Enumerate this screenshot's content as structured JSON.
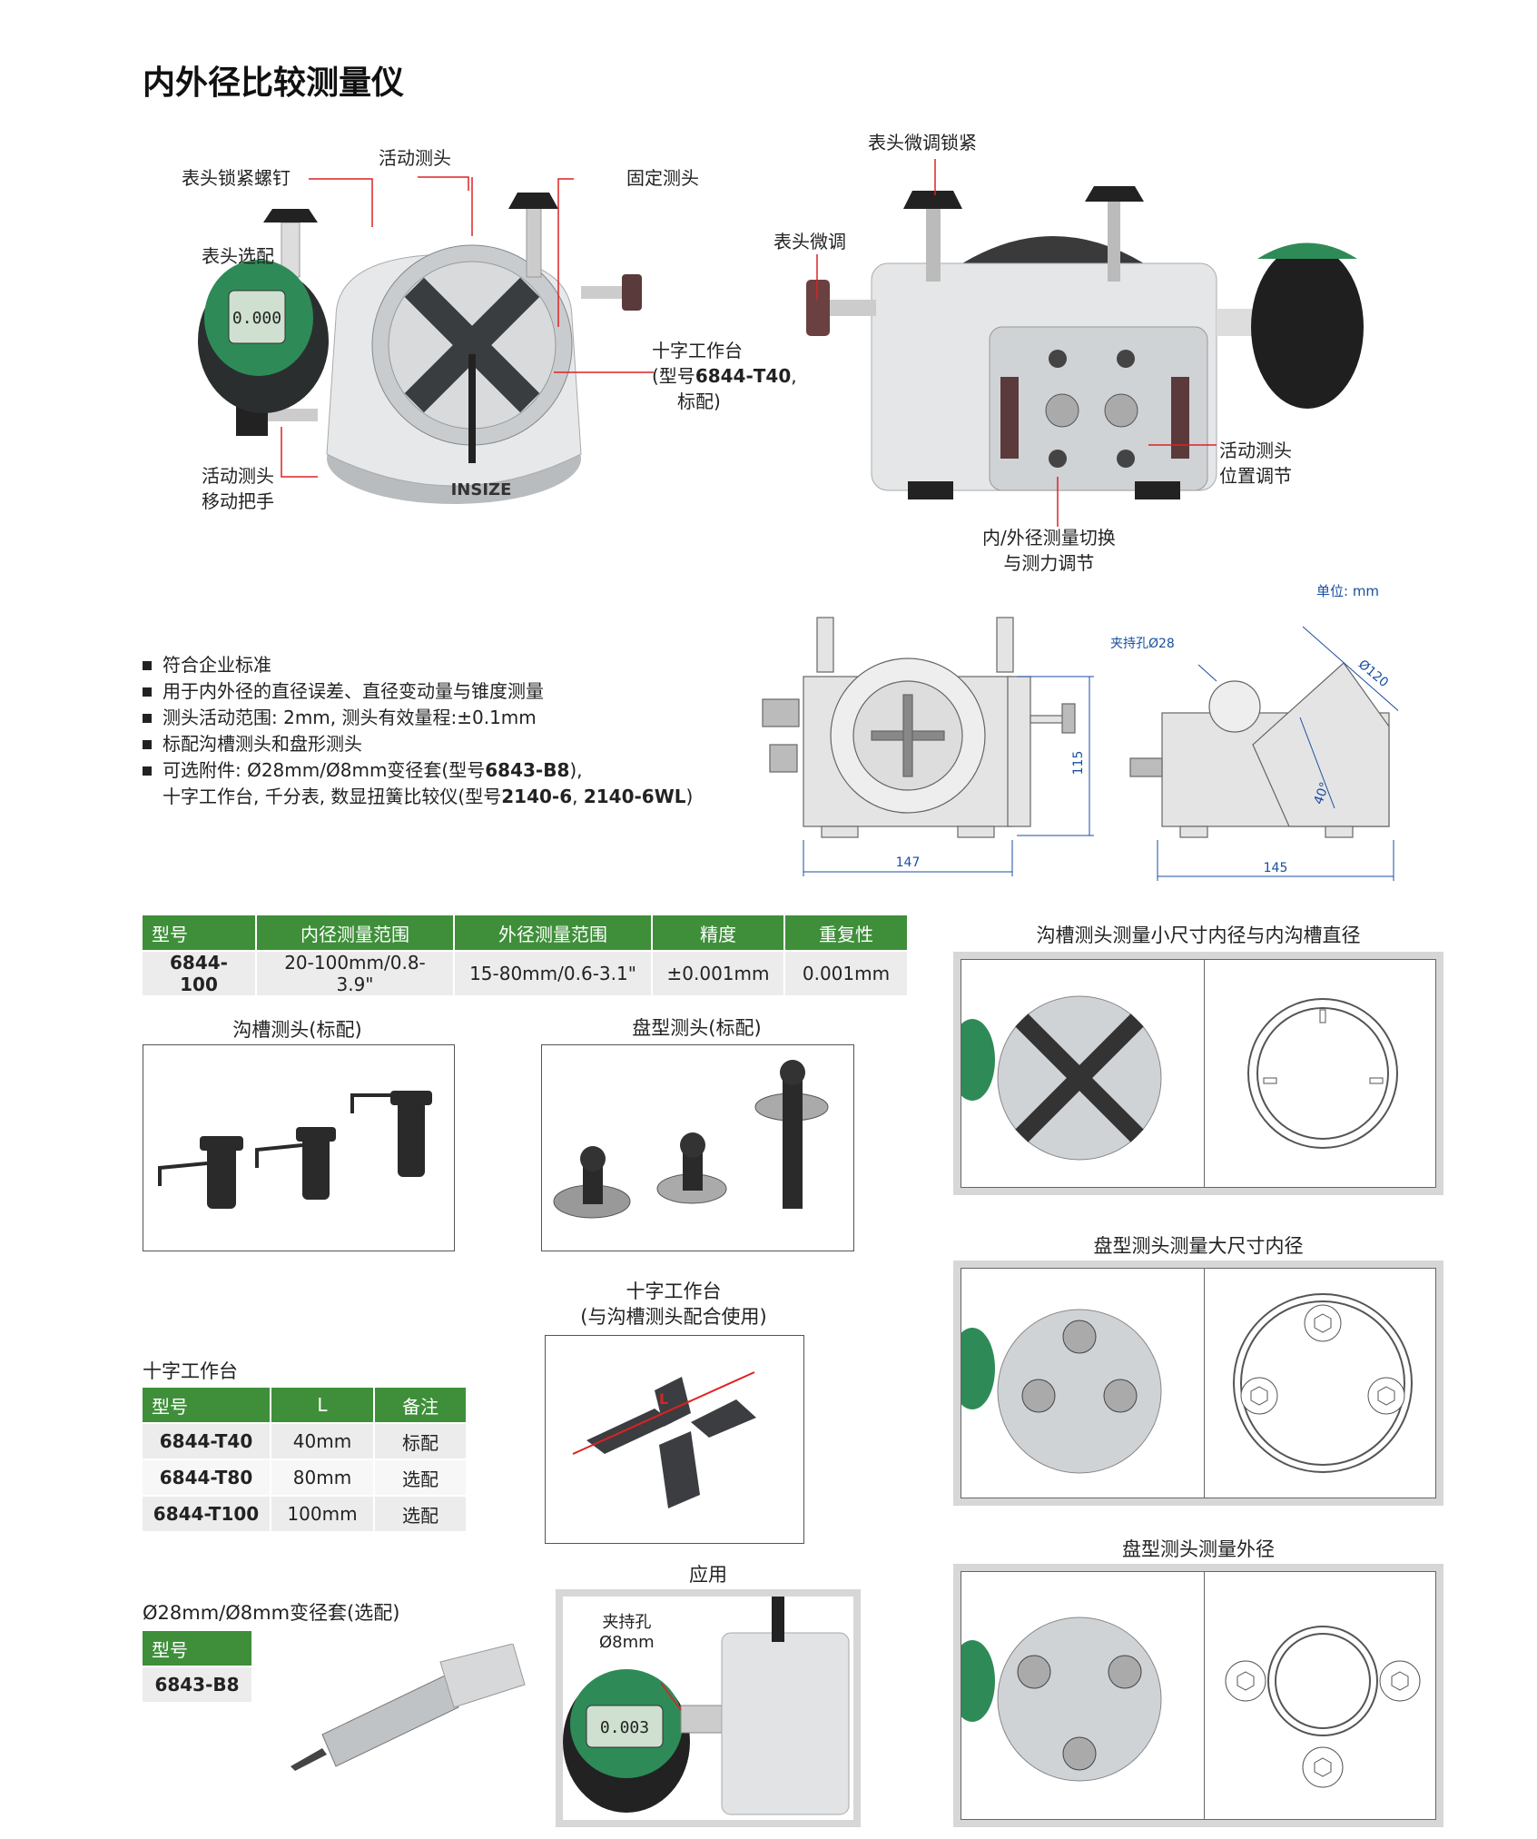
{
  "page_title": "内外径比较测量仪",
  "left_diagram": {
    "labels": {
      "lock_screw": "表头锁紧螺钉",
      "movable_probe": "活动测头",
      "fixed_probe": "固定测头",
      "gauge_optional": "表头选配",
      "cross_table_1": "十字工作台",
      "cross_table_2_pre": "(型号",
      "cross_table_2_model": "6844-T40",
      "cross_table_2_post": ",",
      "cross_table_3": "标配)",
      "handle_1": "活动测头",
      "handle_2": "移动把手"
    },
    "display_reading": "0.000",
    "brand": "INSIZE"
  },
  "right_diagram": {
    "labels": {
      "fine_lock": "表头微调锁紧",
      "fine_adjust": "表头微调",
      "probe_pos_1": "活动测头",
      "probe_pos_2": "位置调节",
      "switch_1": "内/外径测量切换",
      "switch_2": "与测力调节"
    }
  },
  "drawing": {
    "unit": "单位: mm",
    "hole_label": "夹持孔Ø28",
    "dim_147": "147",
    "dim_115": "115",
    "dim_145": "145",
    "dim_120": "Ø120",
    "dim_40": "40°"
  },
  "features": [
    {
      "text": "符合企业标准"
    },
    {
      "text": "用于内外径的直径误差、直径变动量与锥度测量"
    },
    {
      "text": "测头活动范围: 2mm, 测头有效量程:±0.1mm"
    },
    {
      "text": "标配沟槽测头和盘形测头"
    },
    {
      "pre": "可选附件: Ø28mm/Ø8mm变径套(型号",
      "bold": "6843-B8",
      "post": "),"
    },
    {
      "pre": "十字工作台, 千分表, 数显扭簧比较仪(型号",
      "bold": "2140-6",
      "mid": ", ",
      "bold2": "2140-6WL",
      "post": ")"
    }
  ],
  "spec_table": {
    "headers": [
      "型号",
      "内径测量范围",
      "外径测量范围",
      "精度",
      "重复性"
    ],
    "rows": [
      [
        "6844-100",
        "20-100mm/0.8-3.9\"",
        "15-80mm/0.6-3.1\"",
        "±0.001mm",
        "0.001mm"
      ]
    ]
  },
  "captions": {
    "groove_probe": "沟槽测头(标配)",
    "disc_probe": "盘型测头(标配)",
    "cross_table_title_1": "十字工作台",
    "cross_table_title_2": "(与沟槽测头配合使用)",
    "application": "应用",
    "app_hole_1": "夹持孔",
    "app_hole_2": "Ø8mm",
    "app_reading": "0.003",
    "groove_measure": "沟槽测头测量小尺寸内径与内沟槽直径",
    "disc_large_inner": "盘型测头测量大尺寸内径",
    "disc_outer": "盘型测头测量外径",
    "cross_L": "L"
  },
  "cross_table": {
    "title": "十字工作台",
    "headers": [
      "型号",
      "L",
      "备注"
    ],
    "rows": [
      [
        "6844-T40",
        "40mm",
        "标配"
      ],
      [
        "6844-T80",
        "80mm",
        "选配"
      ],
      [
        "6844-T100",
        "100mm",
        "选配"
      ]
    ]
  },
  "sleeve": {
    "title": "Ø28mm/Ø8mm变径套(选配)",
    "header": "型号",
    "model": "6843-B8"
  }
}
